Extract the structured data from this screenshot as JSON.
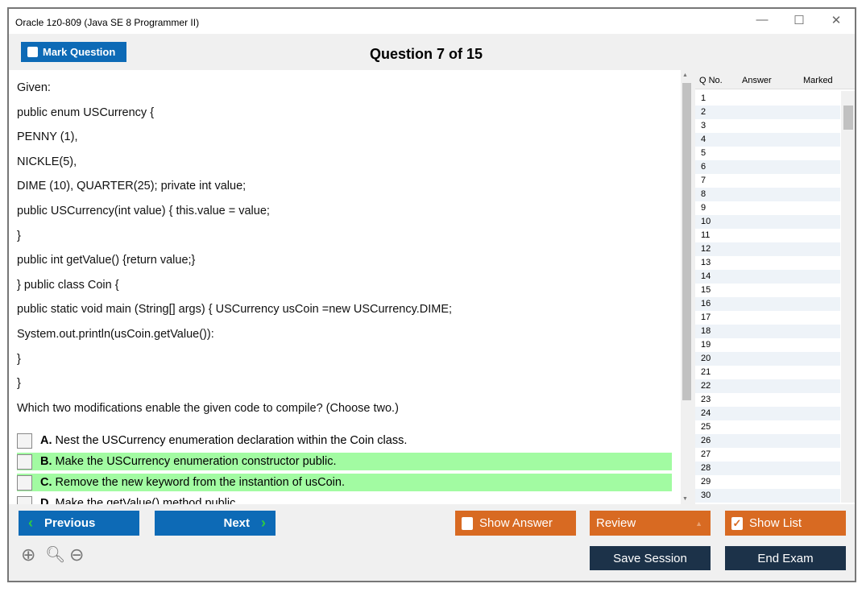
{
  "window": {
    "title": "Oracle 1z0-809 (Java SE 8 Programmer II)",
    "minimize": "—",
    "maximize": "☐",
    "close": "✕"
  },
  "header": {
    "mark_label": "Mark Question",
    "question_title": "Question 7 of 15"
  },
  "question": {
    "lines": [
      "Given:",
      "public enum USCurrency {",
      "PENNY (1),",
      "NICKLE(5),",
      "DIME (10), QUARTER(25); private int value;",
      "public USCurrency(int value) { this.value = value;",
      "}",
      "public int getValue() {return value;}",
      "} public class Coin {",
      "public static void main (String[] args) { USCurrency usCoin =new USCurrency.DIME;",
      "System.out.println(usCoin.getValue()):",
      "}",
      "}",
      "Which two modifications enable the given code to compile? (Choose two.)"
    ],
    "options": [
      {
        "letter": "A.",
        "text": "Nest the USCurrency enumeration declaration within the Coin class.",
        "highlighted": false
      },
      {
        "letter": "B.",
        "text": "Make the USCurrency enumeration constructor public.",
        "highlighted": true
      },
      {
        "letter": "C.",
        "text": "Remove the new keyword from the instantion of usCoin.",
        "highlighted": true
      },
      {
        "letter": "D.",
        "text": "Make the getValue() method public.",
        "highlighted": false
      }
    ]
  },
  "list": {
    "headers": [
      "Q No.",
      "Answer",
      "Marked"
    ],
    "rows": [
      "1",
      "2",
      "3",
      "4",
      "5",
      "6",
      "7",
      "8",
      "9",
      "10",
      "11",
      "12",
      "13",
      "14",
      "15",
      "16",
      "17",
      "18",
      "19",
      "20",
      "21",
      "22",
      "23",
      "24",
      "25",
      "26",
      "27",
      "28",
      "29",
      "30"
    ]
  },
  "footer": {
    "previous": "Previous",
    "next": "Next",
    "show_answer": "Show Answer",
    "review": "Review",
    "show_list": "Show List",
    "show_list_checked": true,
    "save_session": "Save Session",
    "end_exam": "End Exam"
  },
  "colors": {
    "blue": "#0d6ab6",
    "orange": "#d86a22",
    "dark": "#1c3249",
    "highlight": "#a2fba2"
  }
}
